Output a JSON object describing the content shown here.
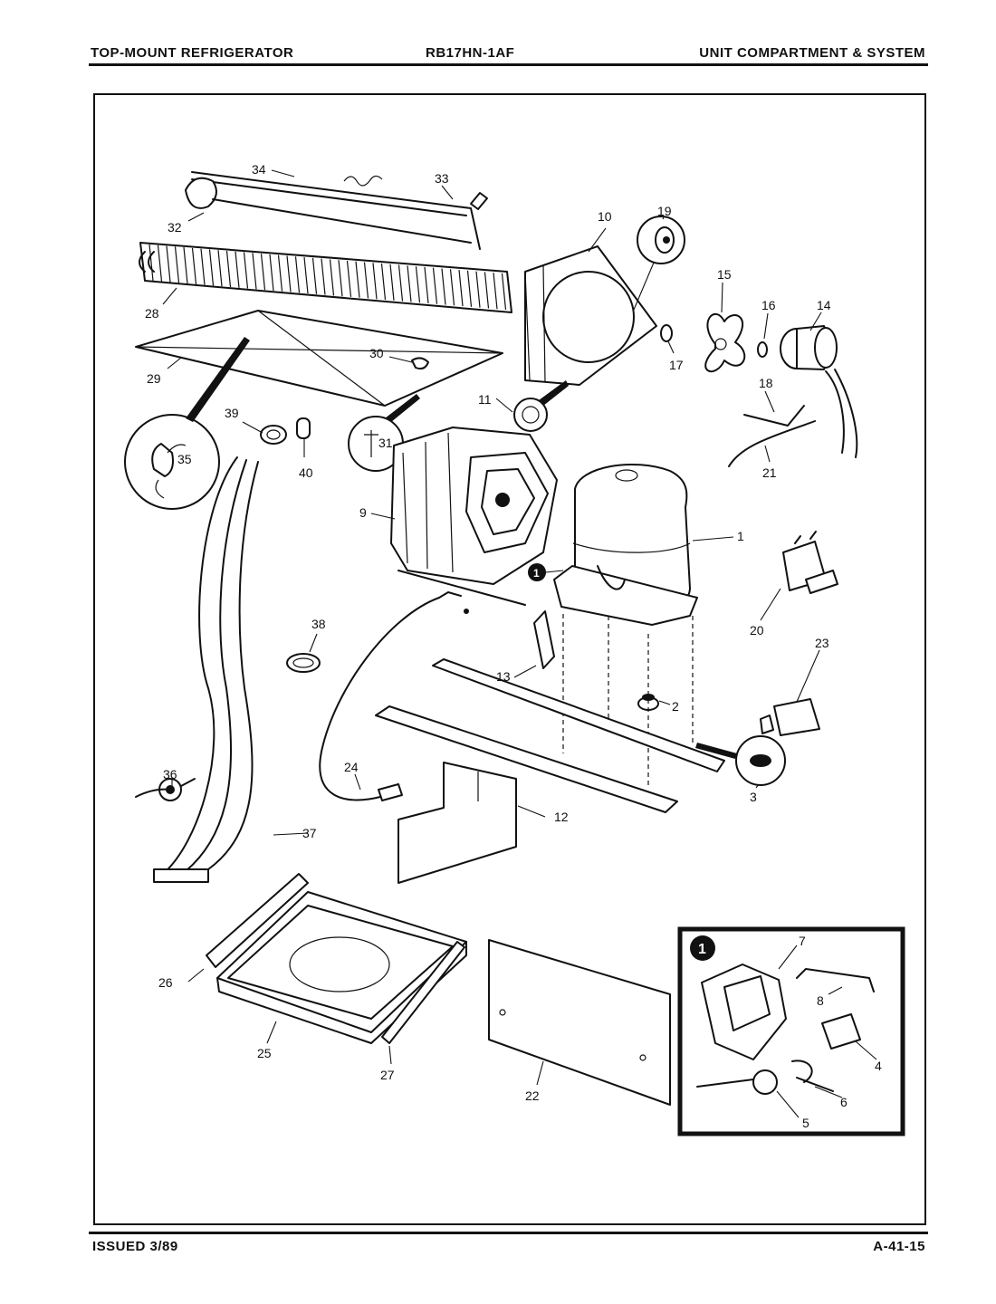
{
  "header": {
    "left": "TOP-MOUNT REFRIGERATOR",
    "center": "RB17HN-1AF",
    "right": "UNIT COMPARTMENT & SYSTEM"
  },
  "footer": {
    "left": "ISSUED 3/89",
    "right": "A-41-15"
  },
  "inset": {
    "marker": "1"
  },
  "labels": {
    "n1": "1",
    "n2": "2",
    "n3": "3",
    "n4": "4",
    "n5": "5",
    "n6": "6",
    "n7": "7",
    "n8": "8",
    "n9": "9",
    "n10": "10",
    "n11": "11",
    "n12": "12",
    "n13": "13",
    "n14": "14",
    "n15": "15",
    "n16": "16",
    "n17": "17",
    "n18": "18",
    "n19": "19",
    "n20": "20",
    "n21": "21",
    "n22": "22",
    "n23": "23",
    "n24": "24",
    "n25": "25",
    "n26": "26",
    "n27": "27",
    "n28": "28",
    "n29": "29",
    "n30": "30",
    "n31": "31",
    "n32": "32",
    "n33": "33",
    "n34": "34",
    "n35": "35",
    "n36": "36",
    "n37": "37",
    "n38": "38",
    "n39": "39",
    "n40": "40"
  }
}
